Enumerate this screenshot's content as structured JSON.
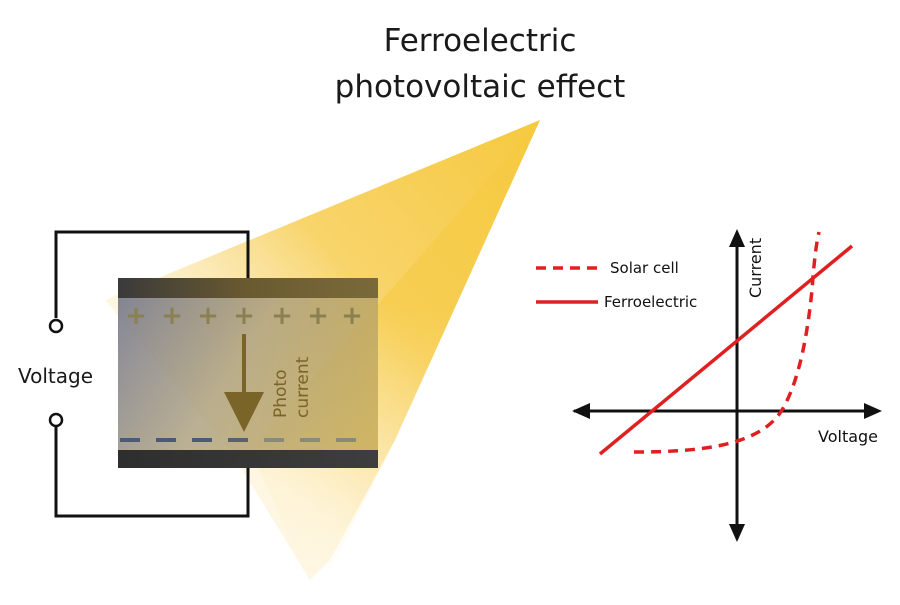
{
  "title": {
    "line1": "Ferroelectric",
    "line2": "photovoltaic effect"
  },
  "device": {
    "voltage_label": "Voltage",
    "photocurrent_line1": "Photo",
    "photocurrent_line2": "current",
    "positive_charge_symbol": "+",
    "negative_charge_symbol": "–"
  },
  "iv_chart": {
    "y_axis_label": "Current",
    "x_axis_label": "Voltage",
    "legend": [
      {
        "label": "Solar cell",
        "style": "dashed"
      },
      {
        "label": "Ferroelectric",
        "style": "solid"
      }
    ]
  },
  "colors": {
    "light_beam": "#f5c242",
    "curve_red": "#e02020",
    "arrow_brown": "#7a6428",
    "electrode_dark": "#3a3a3a",
    "plus_gray": "#8a8050",
    "minus_blue": "#4a5a78"
  }
}
